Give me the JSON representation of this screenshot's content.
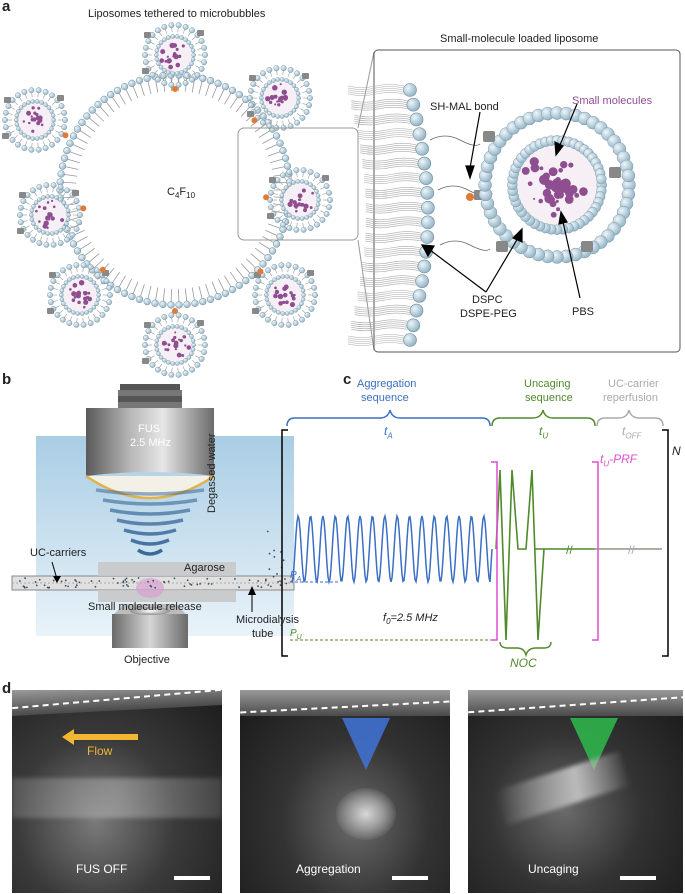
{
  "panel_a": {
    "letter": "a",
    "title_left": "Liposomes tethered to microbubbles",
    "title_right": "Small-molecule loaded liposome",
    "gas_label_main": "C",
    "gas_sub1": "4",
    "gas_label_f": "F",
    "gas_sub2": "10",
    "bond_label": "SH-MAL bond",
    "small_molecules_label": "Small molecules",
    "lipids_label_1": "DSPC",
    "lipids_label_2": "DSPE-PEG",
    "core_label": "PBS",
    "colors": {
      "lipid_head": "#b9d2df",
      "molecule": "#8e4e8f",
      "maleimide": "#888888",
      "bond": "#e07a3a"
    }
  },
  "panel_b": {
    "letter": "b",
    "transducer_label_1": "FUS",
    "transducer_label_2": "2.5 MHz",
    "water_label": "Degassed water",
    "carriers_label": "UC-carriers",
    "gel_label": "Agarose",
    "release_label": "Small molecule release",
    "tube_label_1": "Microdialysis",
    "tube_label_2": "tube",
    "objective_label": "Objective",
    "colors": {
      "water": "#cfe4f0",
      "wave": "#2f5f93",
      "transducer_face": "#e0b24a"
    }
  },
  "panel_c": {
    "letter": "c",
    "seq1_label_1": "Aggregation",
    "seq1_label_2": "sequence",
    "seq2_label_1": "Uncaging",
    "seq2_label_2": "sequence",
    "seq3_label_1": "UC-carrier",
    "seq3_label_2": "reperfusion",
    "t_a_main": "t",
    "t_a_sub": "A",
    "t_u_main": "t",
    "t_u_sub": "U",
    "t_off_main": "t",
    "t_off_sub": "OFF",
    "prf_main": "t",
    "prf_sub": "U",
    "prf_suffix": "-PRF",
    "repeat_label": "N",
    "pa_main": "P",
    "pa_sub": "A",
    "pu_main": "P",
    "pu_sub": "U",
    "freq_main": "f",
    "freq_sub": "0",
    "freq_suffix": "=2.5 MHz",
    "noc_label": "NOC",
    "colors": {
      "aggregation": "#3a6fc4",
      "uncaging": "#4f8a2b",
      "reperfusion": "#aaaaaa",
      "prf": "#e04fd0"
    }
  },
  "panel_d": {
    "letter": "d",
    "flow_label": "Flow",
    "image_labels": [
      "FUS OFF",
      "Aggregation",
      "Uncaging"
    ],
    "colors": {
      "flow_arrow": "#f2b632",
      "aggregation_cone": "#3f74d8",
      "uncaging_cone": "#2fb24a"
    }
  }
}
